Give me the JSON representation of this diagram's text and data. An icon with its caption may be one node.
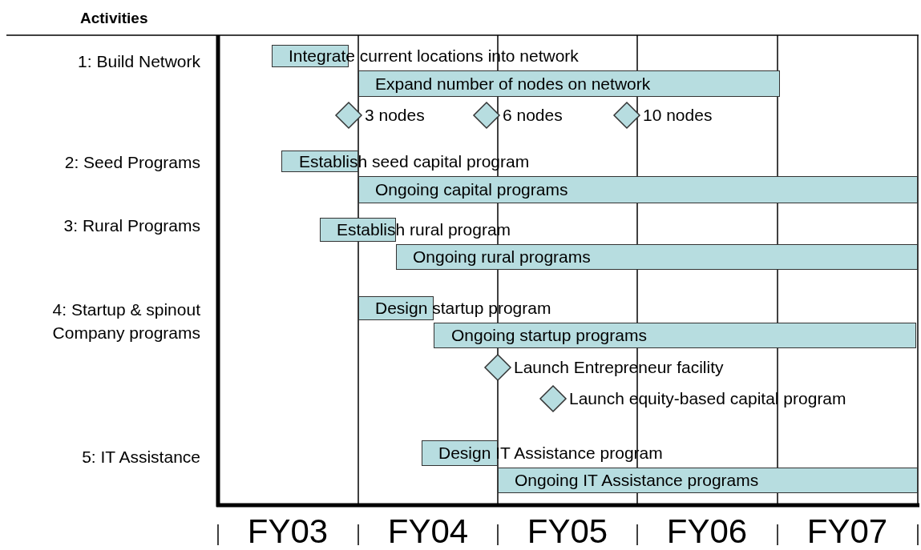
{
  "diagram": {
    "nodes": [
      {
        "text": [
          "Integrate current locations into network"
        ]
      },
      {
        "text": [
          "Expand number of nodes on network"
        ]
      },
      {
        "text": [],
        "shape": "diamond",
        "beside": [
          "3 nodes"
        ]
      },
      {
        "text": [],
        "shape": "diamond",
        "beside": [
          "6 nodes"
        ]
      },
      {
        "text": [],
        "shape": "diamond",
        "beside": [
          "10 nodes"
        ]
      },
      {
        "text": [
          "Establish seed capital program"
        ]
      },
      {
        "text": [
          "Ongoing capital programs"
        ]
      },
      {
        "text": [
          "Establish rural program"
        ]
      },
      {
        "text": [
          "Ongoing rural programs"
        ]
      },
      {
        "text": [
          "Design startup program"
        ]
      },
      {
        "text": [
          "Ongoing startup programs"
        ]
      },
      {
        "text": [],
        "shape": "diamond",
        "beside": [
          "Launch Entrepreneur facility"
        ]
      },
      {
        "text": [],
        "shape": "diamond",
        "beside": [
          "Launch equity-based capital program"
        ]
      },
      {
        "text": [
          "Design IT Assistance program"
        ]
      },
      {
        "text": [
          "Ongoing IT Assistance programs"
        ]
      }
    ],
    "labels": [
      "Activities",
      "1: Build Network",
      "2: Seed Programs",
      "3: Rural Programs",
      "4: Startup & spinout Company programs",
      "5: IT Assistance",
      "FY03",
      "FY04",
      "FY05",
      "FY06",
      "FY07"
    ]
  }
}
